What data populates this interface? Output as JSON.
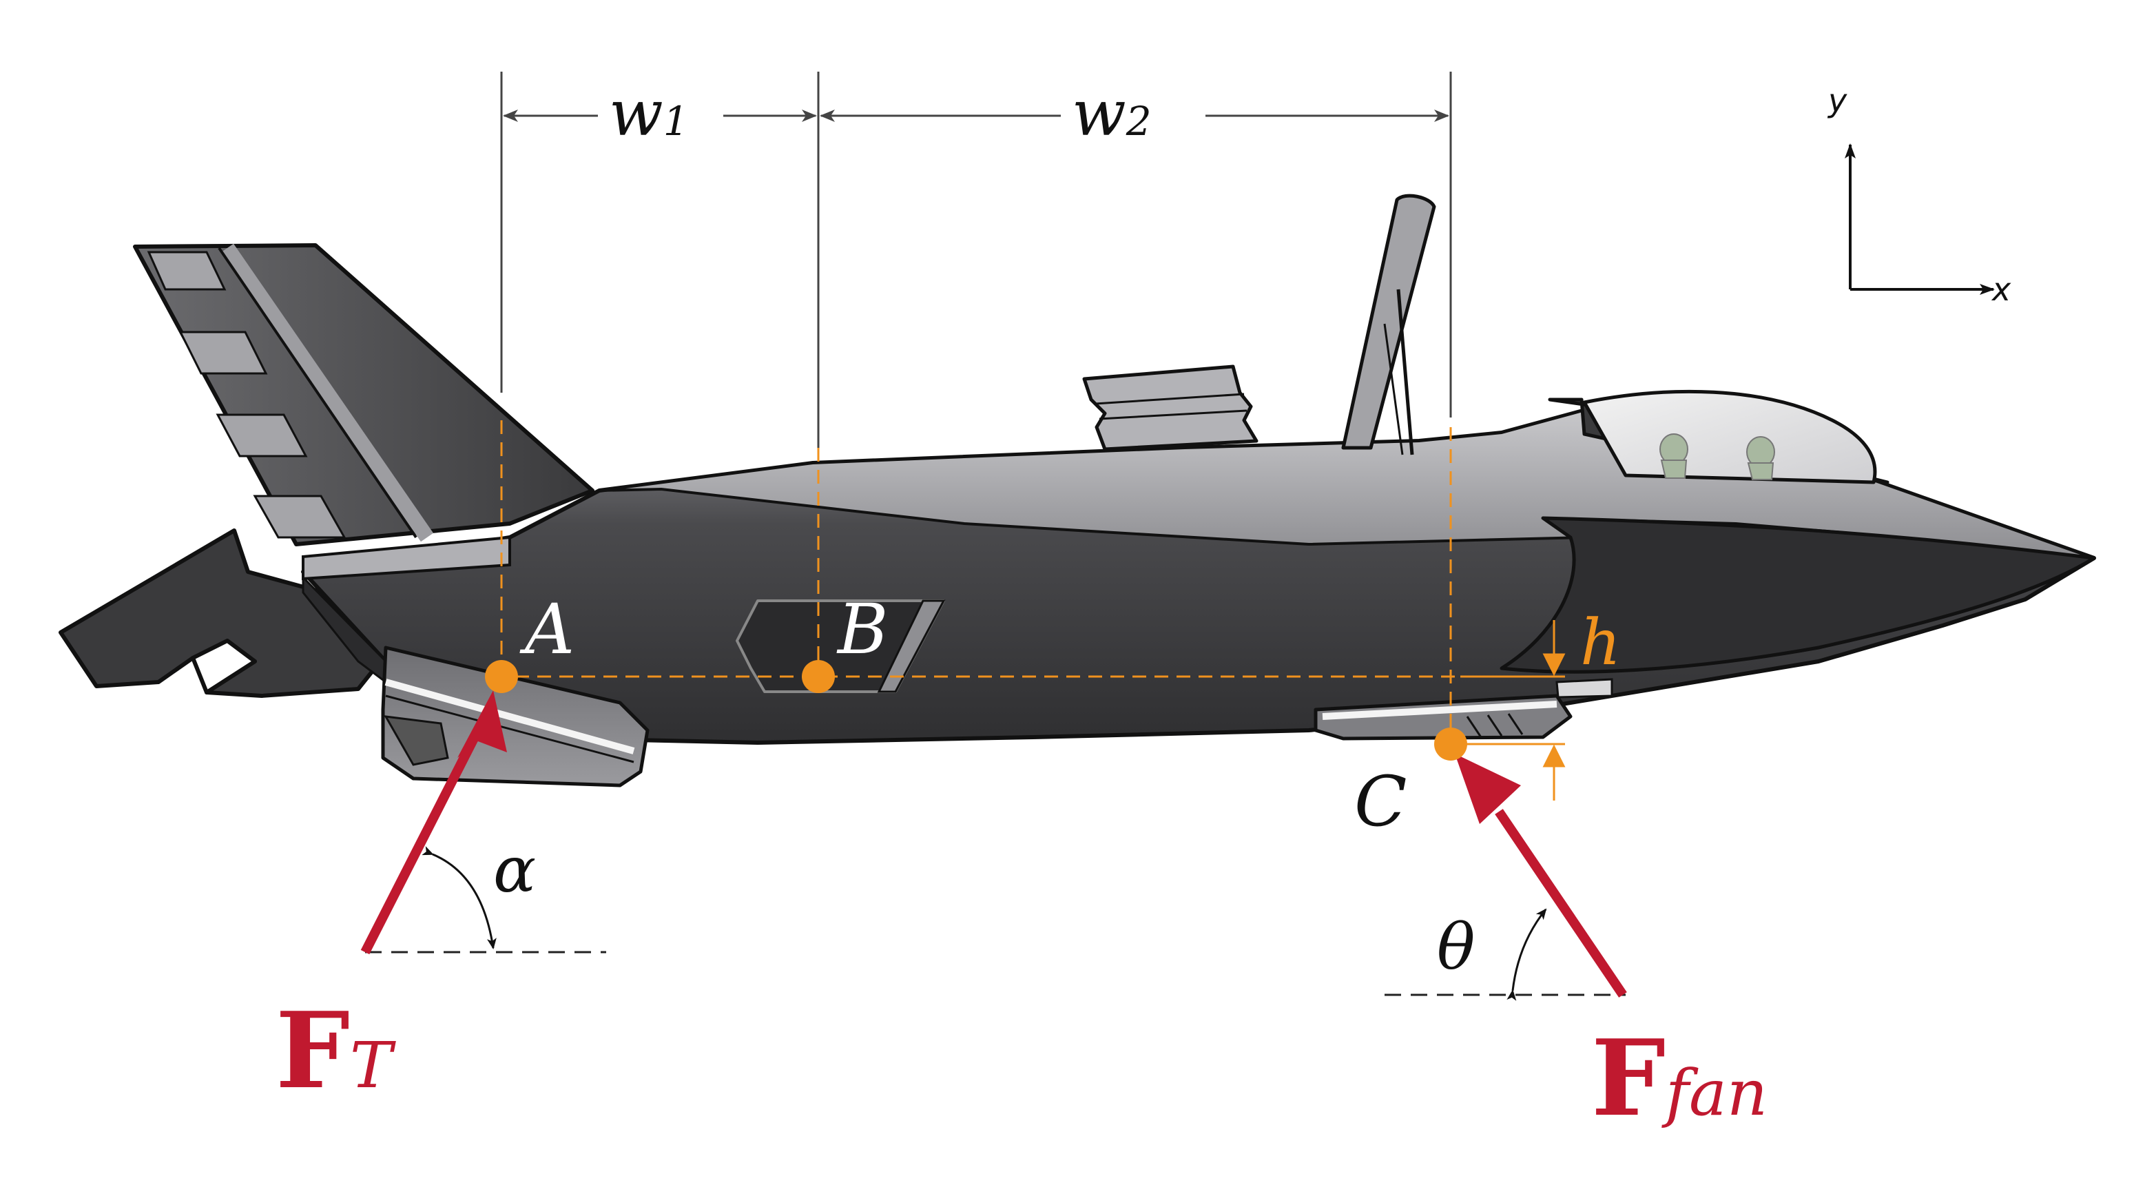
{
  "labels": {
    "w1": "w",
    "w1_sub": "1",
    "w2": "w",
    "w2_sub": "2",
    "point_a": "A",
    "point_b": "B",
    "point_c": "C",
    "h": "h",
    "alpha": "α",
    "theta": "θ",
    "ft_main": "F",
    "ft_sub": "T",
    "ffan_main": "F",
    "ffan_sub": "fan",
    "axis_x": "x",
    "axis_y": "y"
  },
  "colors": {
    "force": "#c0192f",
    "point": "#f0921e",
    "dim_line": "#555555",
    "fuselage_dark": "#3b3b3d",
    "fuselage_light": "#9c9ca0",
    "outline": "#111111"
  }
}
